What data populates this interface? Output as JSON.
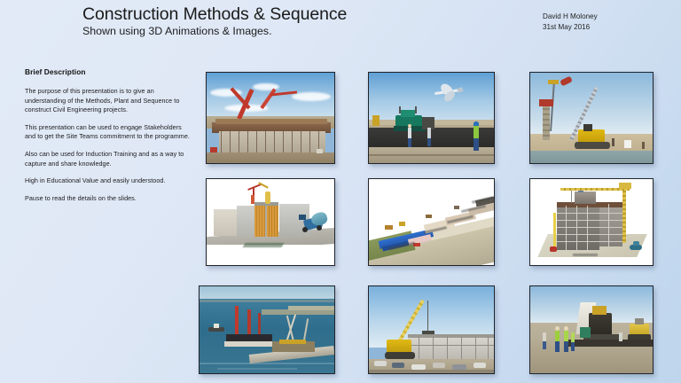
{
  "header": {
    "title": "Construction Methods & Sequence",
    "subtitle": "Shown using 3D Animations & Images.",
    "author_name": "David H Moloney",
    "author_date": "31st   May 2016"
  },
  "brief": {
    "heading": "Brief Description",
    "paragraphs": [
      "The purpose of this presentation is to give an understanding of the Methods, Plant and Sequence to construct Civil Engineering projects.",
      "This presentation can be used to engage Stakeholders and to get the Site Teams commitment to the programme.",
      "Also can be used for Induction Training and as a way to capture and share knowledge.",
      "High in Educational Value and easily understood.",
      " Pause to read the details on the slides."
    ]
  },
  "colors": {
    "background_start": "#dfe8f6",
    "background_end": "#c5d9ef",
    "title_text": "#1a1a1a",
    "frame_border": "#20242b"
  },
  "gallery": {
    "images": [
      {
        "id": "bridge-deck-formwork",
        "caption": "Bridge deck falsework and formwork with red concrete pump boom placing concrete",
        "kind": "photo"
      },
      {
        "id": "runway-asphalt-paving-aircraft",
        "caption": "Runway asphalt paving with green paver, workers in hi-vis and an aircraft landing overhead",
        "kind": "photo"
      },
      {
        "id": "crawler-crane-piling",
        "caption": "Yellow lattice boom crawler crane piling on reclaimed coastal ground",
        "kind": "photo"
      },
      {
        "id": "wall-formwork-animation",
        "caption": "3D animation of reinforced concrete wall formwork with concrete truck",
        "kind": "render"
      },
      {
        "id": "road-pavement-layers-animation",
        "caption": "3D animation showing road pavement construction sequence and layer labels",
        "kind": "render"
      },
      {
        "id": "building-frame-animation",
        "caption": "3D animation of a multi storey concrete frame building with yellow tower crane",
        "kind": "render"
      },
      {
        "id": "marine-jackup-barge",
        "caption": "Marine works with jack-up barge and floating cranes placing precast beams",
        "kind": "photo"
      },
      {
        "id": "mobile-crane-steel-building",
        "caption": "Mobile crane lifting into a steel framed building under construction",
        "kind": "photo"
      },
      {
        "id": "asphalt-paver-crew",
        "caption": "Asphalt paver and roller laying surface course with site crew in hi-vis",
        "kind": "photo"
      }
    ]
  }
}
